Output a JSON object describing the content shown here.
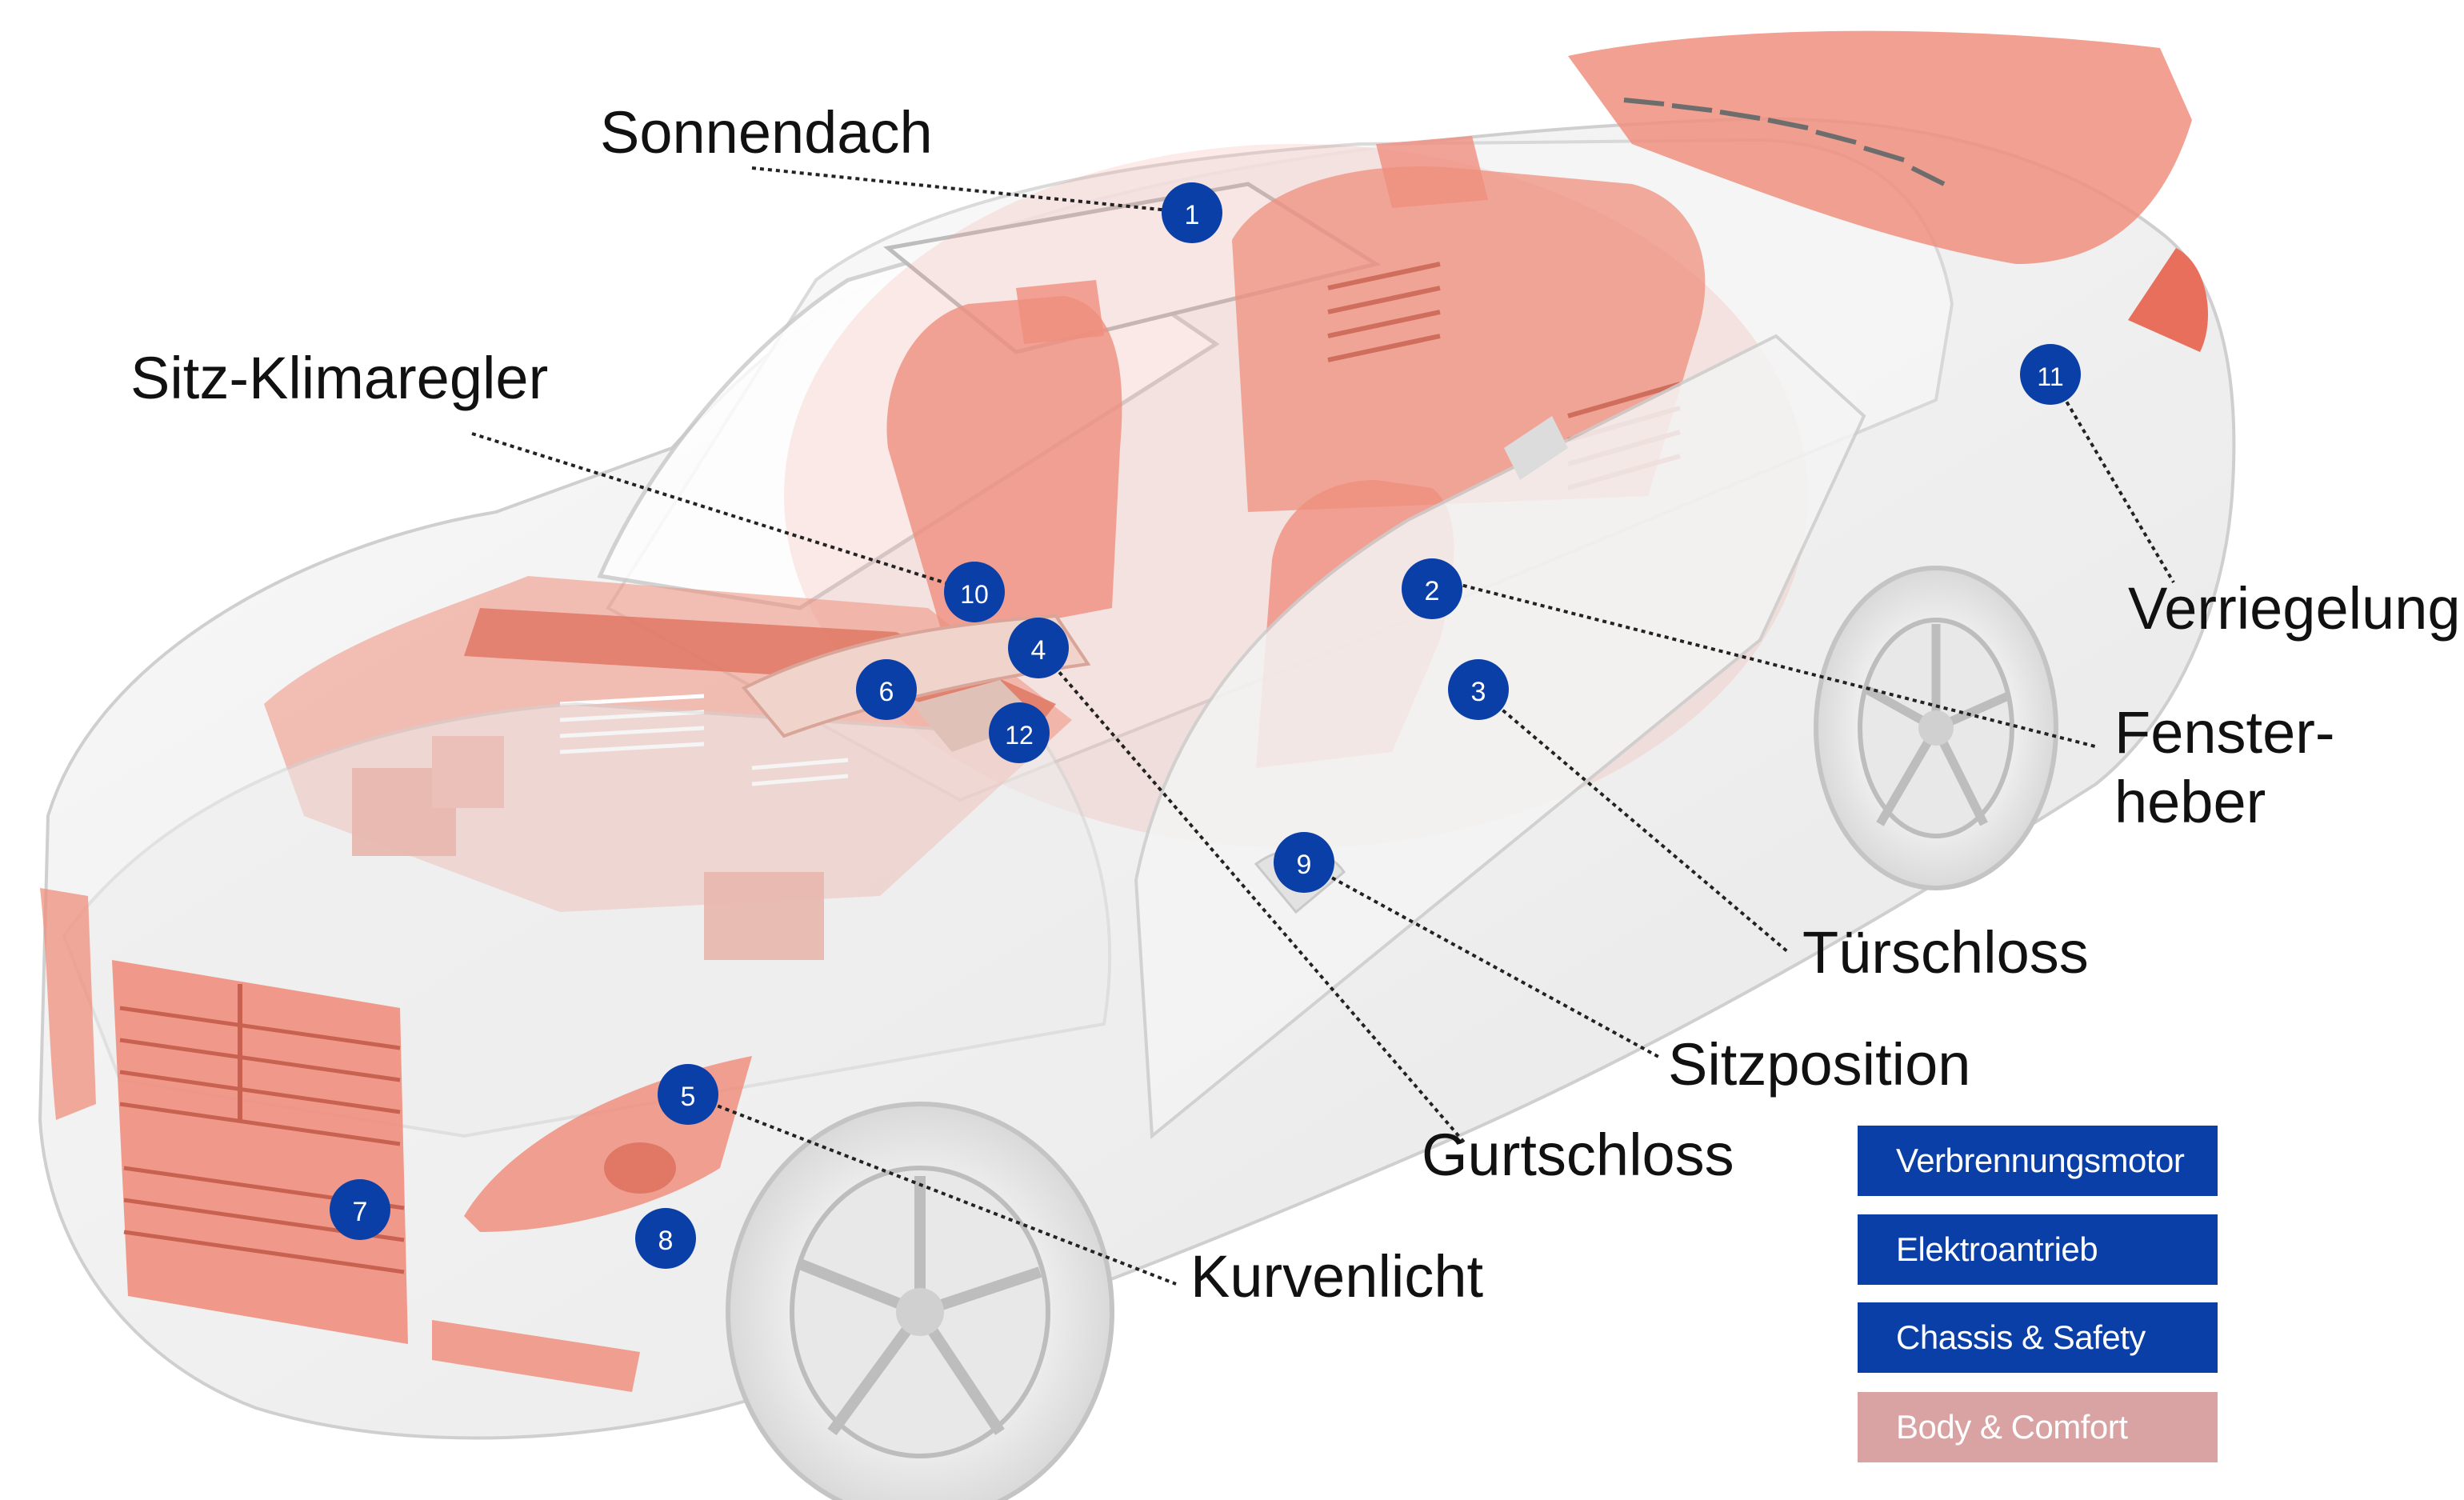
{
  "labels": {
    "sonnendach": "Sonnendach",
    "sitz_klimaregler": "Sitz-Klimaregler",
    "verriegelung": "Verriegelung",
    "fensterheber_line1": "Fenster-",
    "fensterheber_line2": "heber",
    "tuerschloss": "Türschloss",
    "sitzposition": "Sitzposition",
    "gurtschloss": "Gurtschloss",
    "kurvenlicht": "Kurvenlicht"
  },
  "markers": [
    "1",
    "2",
    "3",
    "4",
    "5",
    "6",
    "7",
    "8",
    "9",
    "10",
    "11",
    "12"
  ],
  "legend": {
    "verbrennungsmotor": "Verbrennungsmotor",
    "elektroantrieb": "Elektroantrieb",
    "chassis_safety": "Chassis & Safety",
    "body_comfort": "Body & Comfort"
  },
  "colors": {
    "marker": "#0a3fa8",
    "legend_active": "#0a3fa8",
    "legend_selected": "#d9a3a3",
    "component_highlight": "#ef8f7e",
    "car_body": "#f1f1f1",
    "car_outline": "#cfcfcf"
  }
}
